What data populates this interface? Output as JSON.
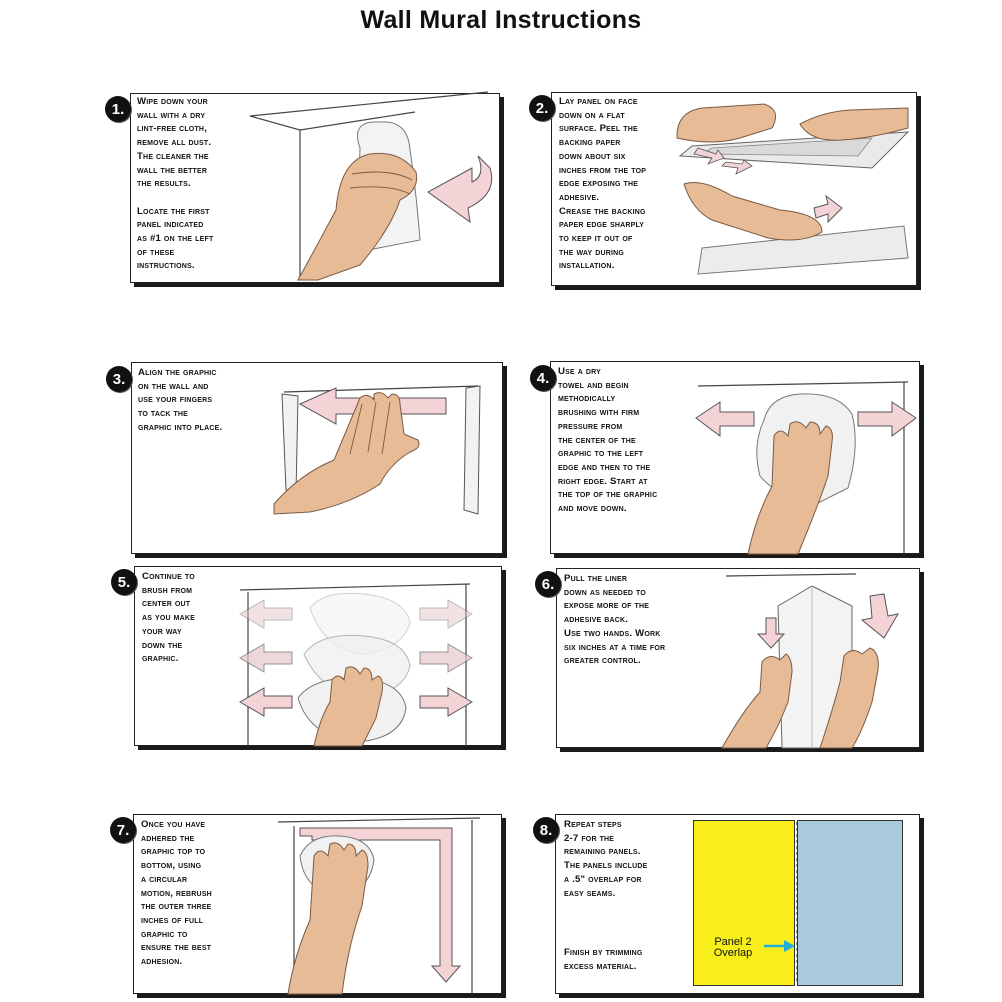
{
  "title": "Wall Mural Instructions",
  "accent_colors": {
    "arrow_pink": "#f4d3d6",
    "panel_yellow": "#f7ee1a",
    "panel_blue": "#a9c9dc",
    "overlap_arrow": "#22b0d8",
    "skin": "#e7bb96"
  },
  "steps": [
    {
      "number": "1.",
      "text": "Wipe down your\nwall with a dry\nlint-free cloth,\nremove all dust.\nThe cleaner the\nwall the better\nthe results.\n\nLocate the first\npanel indicated\nas #1 on the left\nof these\ninstructions."
    },
    {
      "number": "2.",
      "text": "Lay panel on face\ndown on a flat\nsurface. Peel the\nbacking paper\ndown about six\ninches from the top\nedge exposing the\nadhesive.\nCrease the backing\npaper edge sharply\nto keep it out of\nthe way during\ninstallation."
    },
    {
      "number": "3.",
      "text": "Align the graphic\non the wall and\nuse your fingers\nto tack the\ngraphic into place."
    },
    {
      "number": "4.",
      "text": "Use a dry\ntowel and begin\nmethodically\nbrushing with firm\npressure from\nthe center of the\ngraphic to the left\nedge and then to the\nright edge. Start at\nthe top of the graphic\nand move down."
    },
    {
      "number": "5.",
      "text": "Continue to\nbrush from\ncenter out\nas you make\nyour way\ndown the\ngraphic."
    },
    {
      "number": "6.",
      "text": "Pull the liner\ndown as needed to\nexpose more of the\nadhesive back.\nUse two hands. Work\nsix inches at a time for\ngreater control."
    },
    {
      "number": "7.",
      "text": "Once you have\nadhered the\ngraphic top to\nbottom, using\na circular\nmotion, rebrush\nthe outer three\ninches of full\ngraphic to\nensure the best\nadhesion."
    },
    {
      "number": "8.",
      "text": "Repeat steps\n2-7 for the\nremaining panels.\nThe panels include\na .5\" overlap for\neasy seams.",
      "text2": "Finish by trimming\nexcess material.",
      "overlap_label": "Panel 2\nOverlap"
    }
  ]
}
